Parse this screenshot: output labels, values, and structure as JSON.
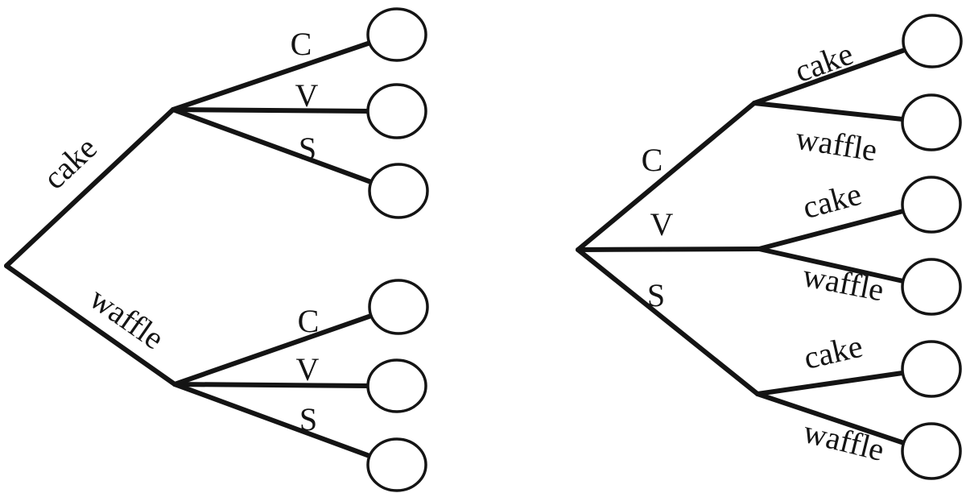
{
  "diagram": {
    "title": "tree-diagrams-dessert-outcomes",
    "colors": {
      "line": "#141414",
      "background": "#ffffff",
      "leaf_fill": "#ffffff"
    },
    "left_tree": {
      "root_branches": [
        {
          "label": "cake"
        },
        {
          "label": "waffle"
        }
      ],
      "upper_branches": [
        {
          "label": "C"
        },
        {
          "label": "V"
        },
        {
          "label": "S"
        }
      ],
      "lower_branches": [
        {
          "label": "C"
        },
        {
          "label": "V"
        },
        {
          "label": "S"
        }
      ]
    },
    "right_tree": {
      "root_branches": [
        {
          "label": "C"
        },
        {
          "label": "V"
        },
        {
          "label": "S"
        }
      ],
      "c_branches": [
        {
          "label": "cake"
        },
        {
          "label": "waffle"
        }
      ],
      "v_branches": [
        {
          "label": "cake"
        },
        {
          "label": "waffle"
        }
      ],
      "s_branches": [
        {
          "label": "cake"
        },
        {
          "label": "waffle"
        }
      ]
    }
  }
}
